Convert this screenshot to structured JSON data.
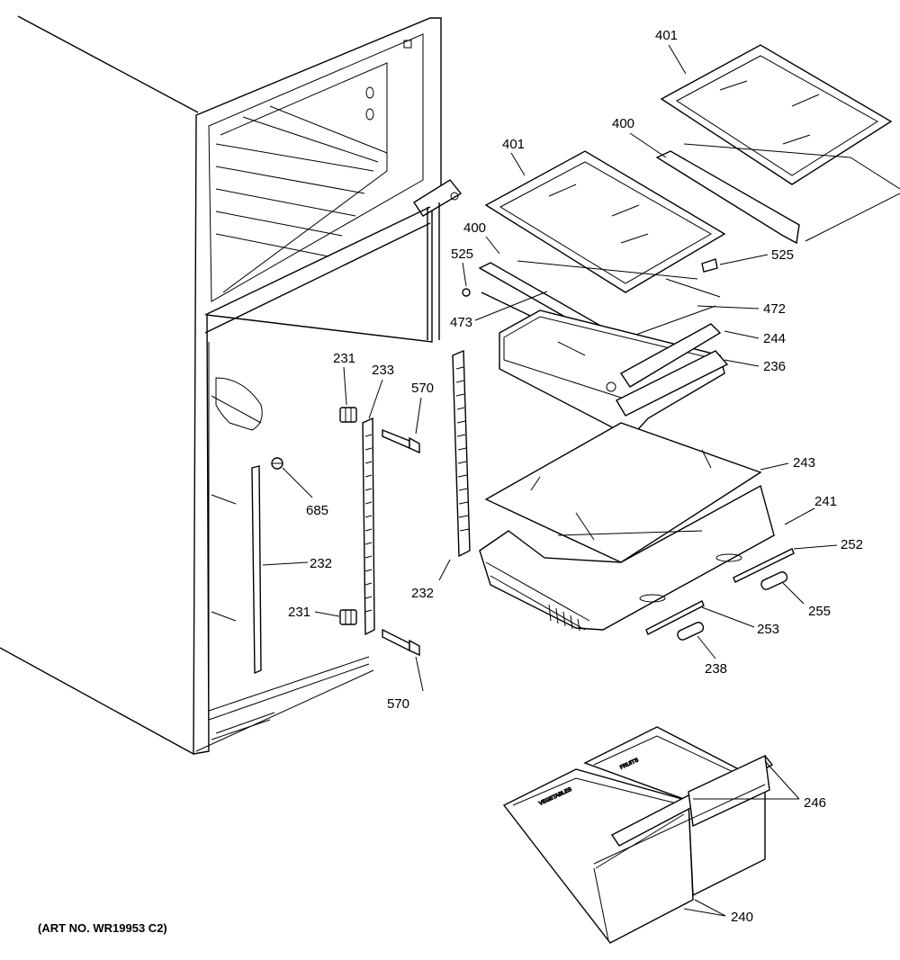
{
  "art_number": "(ART NO. WR19953  C2)",
  "callouts": {
    "c401a": "401",
    "c401b": "401",
    "c400a": "400",
    "c400b": "400",
    "c525a": "525",
    "c525b": "525",
    "c473": "473",
    "c472": "472",
    "c244": "244",
    "c236": "236",
    "c243": "243",
    "c241": "241",
    "c252": "252",
    "c253": "253",
    "c255": "255",
    "c238": "238",
    "c231a": "231",
    "c231b": "231",
    "c233": "233",
    "c570a": "570",
    "c570b": "570",
    "c685": "685",
    "c232a": "232",
    "c232b": "232",
    "c246": "246",
    "c240": "240"
  }
}
